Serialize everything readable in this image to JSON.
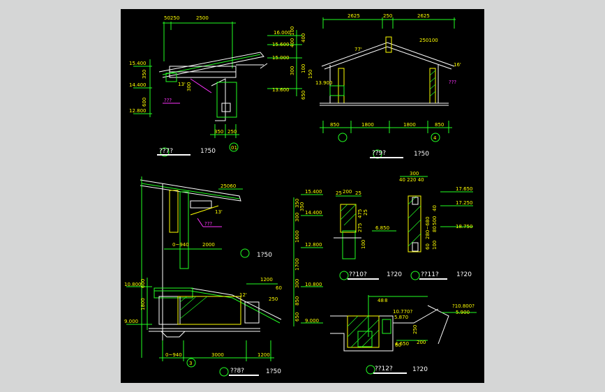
{
  "colors": {
    "canvas": "#d5d6d6",
    "sheet": "#000000",
    "line": "#ffffff",
    "green": "#22ff22",
    "yellow": "#ffff00",
    "magenta": "#ff33ff",
    "cyan": "#00ffff",
    "red": "#ff2020",
    "blue": "#1040ff"
  },
  "detail_a": {
    "dims_top": [
      "50250",
      "2500"
    ],
    "levels": [
      "15.400",
      "14.400",
      "12.800"
    ],
    "vert_dims": [
      "350",
      "600"
    ],
    "angle": "13'",
    "note": "???",
    "dim_300": "300",
    "dims_bottom": [
      "350",
      "250"
    ],
    "axis": "01",
    "title": "??7?",
    "scale": "1?50"
  },
  "detail_b": {
    "dims_top": [
      "2625",
      "250",
      "2625"
    ],
    "dims_right": "250100",
    "levels": [
      "16.000",
      "15.600",
      "15.000",
      "13.900",
      "13.600"
    ],
    "vert_dims": [
      "100",
      "400",
      "400",
      "300",
      "100",
      "650",
      "150"
    ],
    "angles": [
      "77'",
      "16'"
    ],
    "note": "???",
    "dims_bottom": [
      "850",
      "1800",
      "1800",
      "850"
    ],
    "axes": [
      "",
      "4"
    ],
    "title": "??9?",
    "scale": "1?50"
  },
  "detail_c": {
    "dims_top": "25060",
    "angle": "13'",
    "note": "???",
    "dim_08": "0~940",
    "dim_2000": "2000",
    "dim_1200": "1200",
    "dim_60": "60",
    "dim_250": "250",
    "angle_low": "12'",
    "mid_scale": "1?50",
    "levels_left": [
      "10.800",
      "9.000"
    ],
    "vert_left": [
      "600",
      "1800"
    ],
    "levels_right": [
      "15.400",
      "14.400",
      "12.800",
      "10.800",
      "9.000"
    ],
    "vert_right": [
      "350",
      "300",
      "350",
      "1600",
      "1700",
      "300",
      "850",
      "650"
    ],
    "dims_bottom": [
      "0~940",
      "3000",
      "1200"
    ],
    "axis": "3",
    "title": "??8?",
    "scale": "1?50"
  },
  "detail_d": {
    "dims_top": [
      "25",
      "200",
      "25"
    ],
    "dims_side": [
      "275",
      "475",
      "25"
    ],
    "dim_100": "100",
    "level": "6.850",
    "title": "??10?",
    "scale": "1?20"
  },
  "detail_e": {
    "dim_300": "300",
    "dims_top": "40 220 40",
    "vert": [
      "280~680",
      "40",
      "500",
      "80",
      "60",
      "100"
    ],
    "levels": [
      "17.650",
      "17.250",
      "18.750"
    ],
    "title": "??11?",
    "scale": "1?20"
  },
  "detail_f": {
    "dims": [
      "48",
      "8"
    ],
    "levels": [
      "10.770?",
      "5.870",
      "4.650"
    ],
    "dim_250": "250",
    "dims_bottom": [
      "60",
      "200"
    ],
    "ext_level": "?10.800?",
    "ext_level2": "5.900",
    "title": "??12?",
    "scale": "1?20"
  }
}
